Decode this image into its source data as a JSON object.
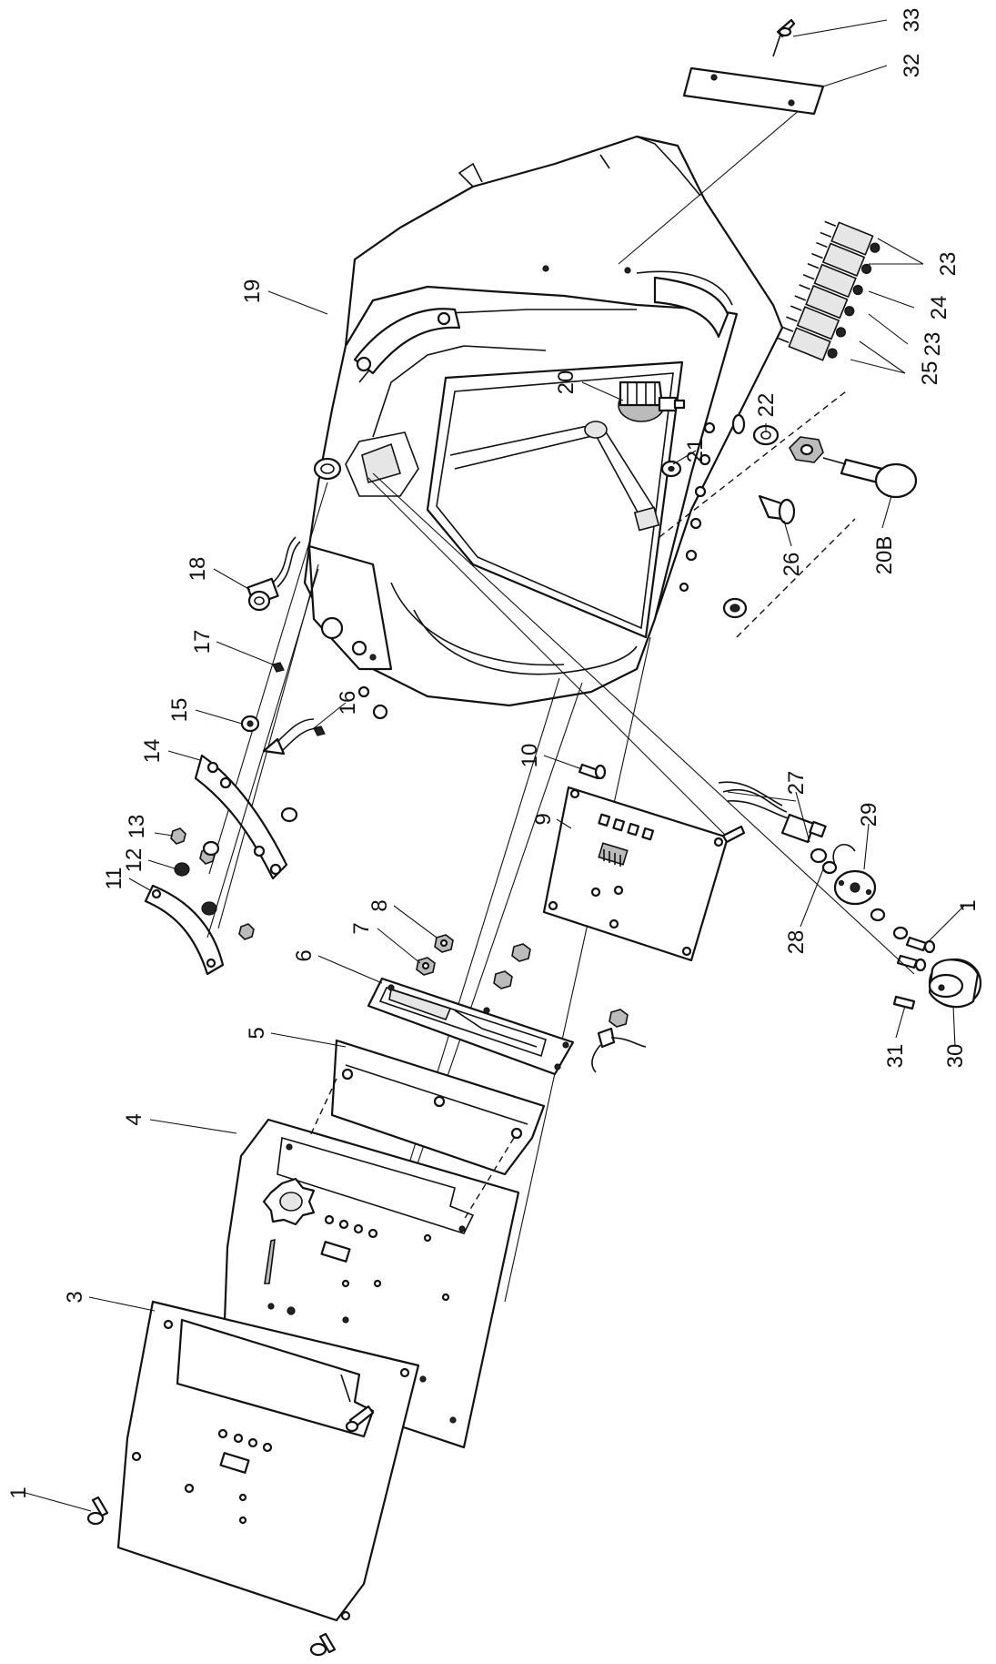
{
  "callouts": [
    {
      "id": "c1a",
      "text": "1"
    },
    {
      "id": "c1b",
      "text": "1"
    },
    {
      "id": "c3",
      "text": "3"
    },
    {
      "id": "c4",
      "text": "4"
    },
    {
      "id": "c5",
      "text": "5"
    },
    {
      "id": "c6",
      "text": "6"
    },
    {
      "id": "c7",
      "text": "7"
    },
    {
      "id": "c8",
      "text": "8"
    },
    {
      "id": "c9",
      "text": "9"
    },
    {
      "id": "c10",
      "text": "10"
    },
    {
      "id": "c11",
      "text": "11"
    },
    {
      "id": "c12",
      "text": "12"
    },
    {
      "id": "c13",
      "text": "13"
    },
    {
      "id": "c14",
      "text": "14"
    },
    {
      "id": "c15",
      "text": "15"
    },
    {
      "id": "c16",
      "text": "16"
    },
    {
      "id": "c17",
      "text": "17"
    },
    {
      "id": "c18",
      "text": "18"
    },
    {
      "id": "c19",
      "text": "19"
    },
    {
      "id": "c20",
      "text": "20"
    },
    {
      "id": "c20b",
      "text": "20B"
    },
    {
      "id": "c21",
      "text": "21"
    },
    {
      "id": "c22",
      "text": "22"
    },
    {
      "id": "c23a",
      "text": "23"
    },
    {
      "id": "c23b",
      "text": "23"
    },
    {
      "id": "c24",
      "text": "24"
    },
    {
      "id": "c25",
      "text": "25"
    },
    {
      "id": "c26",
      "text": "26"
    },
    {
      "id": "c27",
      "text": "27"
    },
    {
      "id": "c28",
      "text": "28"
    },
    {
      "id": "c29",
      "text": "29"
    },
    {
      "id": "c30",
      "text": "30"
    },
    {
      "id": "c31",
      "text": "31"
    },
    {
      "id": "c32",
      "text": "32"
    },
    {
      "id": "c33",
      "text": "33"
    }
  ],
  "colors": {
    "ink": "#111111",
    "paper": "#ffffff",
    "shade": "#bbbbbb"
  }
}
